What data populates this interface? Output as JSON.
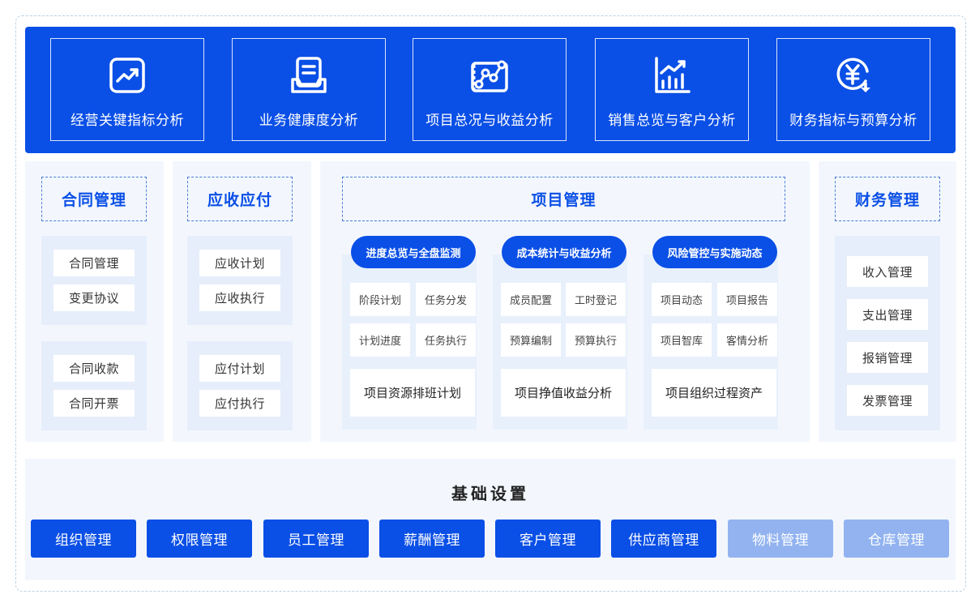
{
  "top_modules": [
    {
      "label": "经营关键指标分析",
      "icon": "trend-chart-icon"
    },
    {
      "label": "业务健康度分析",
      "icon": "book-tray-icon"
    },
    {
      "label": "项目总况与收益分析",
      "icon": "route-nodes-icon"
    },
    {
      "label": "销售总览与客户分析",
      "icon": "bar-growth-icon"
    },
    {
      "label": "财务指标与预算分析",
      "icon": "yuan-cycle-icon"
    }
  ],
  "contract": {
    "title": "合同管理",
    "group1": [
      "合同管理",
      "变更协议"
    ],
    "group2": [
      "合同收款",
      "合同开票"
    ]
  },
  "receivable": {
    "title": "应收应付",
    "group1": [
      "应收计划",
      "应收执行"
    ],
    "group2": [
      "应付计划",
      "应付执行"
    ]
  },
  "project": {
    "title": "项目管理",
    "columns": [
      {
        "heading": "进度总览与全盘监测",
        "cells": [
          "阶段计划",
          "任务分发",
          "计划进度",
          "任务执行"
        ],
        "feature": "项目资源排班计划"
      },
      {
        "heading": "成本统计与收益分析",
        "cells": [
          "成员配置",
          "工时登记",
          "预算编制",
          "预算执行"
        ],
        "feature": "项目挣值收益分析"
      },
      {
        "heading": "风险管控与实施动态",
        "cells": [
          "项目动态",
          "项目报告",
          "项目智库",
          "客情分析"
        ],
        "feature": "项目组织过程资产"
      }
    ]
  },
  "finance": {
    "title": "财务管理",
    "items": [
      "收入管理",
      "支出管理",
      "报销管理",
      "发票管理"
    ]
  },
  "base": {
    "title": "基础设置",
    "items": [
      {
        "label": "组织管理",
        "active": true
      },
      {
        "label": "权限管理",
        "active": true
      },
      {
        "label": "员工管理",
        "active": true
      },
      {
        "label": "薪酬管理",
        "active": true
      },
      {
        "label": "客户管理",
        "active": true
      },
      {
        "label": "供应商管理",
        "active": true
      },
      {
        "label": "物料管理",
        "active": false
      },
      {
        "label": "仓库管理",
        "active": false
      }
    ]
  },
  "colors": {
    "primary": "#0a4fe6",
    "muted": "#92b3f0",
    "panel": "#f3f7fd"
  }
}
